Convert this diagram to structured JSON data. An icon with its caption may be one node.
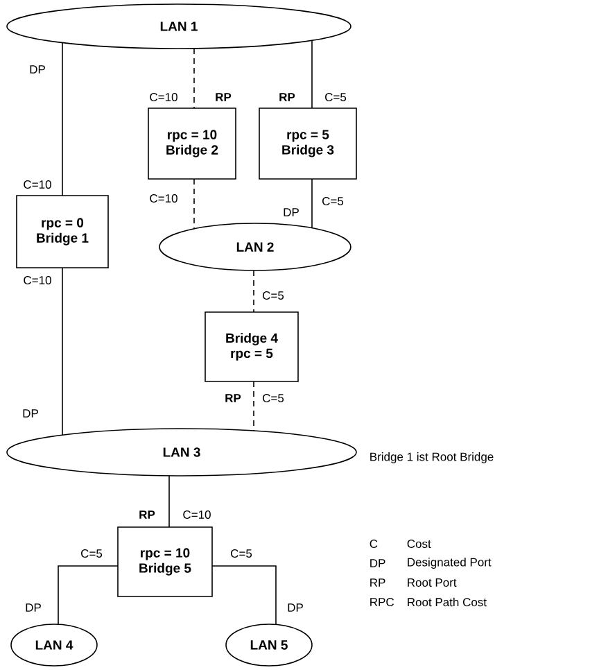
{
  "diagram": {
    "nodes": [
      {
        "text": [
          "LAN 1"
        ]
      },
      {
        "text": [
          "rpc = 0",
          "Bridge 1"
        ]
      },
      {
        "text": [
          "rpc = 10",
          "Bridge 2"
        ]
      },
      {
        "text": [
          "rpc = 5",
          "Bridge 3"
        ]
      },
      {
        "text": [
          "LAN 2"
        ]
      },
      {
        "text": [
          "Bridge 4",
          "rpc = 5"
        ]
      },
      {
        "text": [
          "LAN 3"
        ]
      },
      {
        "text": [
          "rpc = 10",
          "Bridge 5"
        ]
      },
      {
        "text": [
          "LAN 4"
        ]
      },
      {
        "text": [
          "LAN 5"
        ]
      }
    ],
    "edges": [
      {
        "from": 0,
        "to": 1,
        "arrow": "none"
      },
      {
        "from": 1,
        "to": 6,
        "arrow": "none"
      },
      {
        "from": 0,
        "to": 2,
        "arrow": "none",
        "style": "dashed"
      },
      {
        "from": 2,
        "to": 4,
        "arrow": "none",
        "style": "dashed"
      },
      {
        "from": 0,
        "to": 3,
        "arrow": "none"
      },
      {
        "from": 3,
        "to": 4,
        "arrow": "none"
      },
      {
        "from": 4,
        "to": 5,
        "arrow": "none",
        "style": "dashed"
      },
      {
        "from": 5,
        "to": 6,
        "arrow": "none",
        "style": "dashed"
      },
      {
        "from": 6,
        "to": 7,
        "arrow": "none"
      },
      {
        "from": 7,
        "to": 8,
        "arrow": "none"
      },
      {
        "from": 7,
        "to": 9,
        "arrow": "none"
      }
    ],
    "labels": [
      "DP",
      "C=10",
      "RP",
      "RP",
      "C=5",
      "C=10",
      "C=10",
      "DP",
      "C=5",
      "C=10",
      "C=5",
      "RP",
      "C=5",
      "DP",
      "Bridge 1 ist Root Bridge",
      "RP",
      "C=10",
      "C=5",
      "C=5",
      "DP",
      "DP",
      "C",
      "Cost",
      "DP",
      "Designated Port",
      "RP",
      "Root Port",
      "RPC",
      "Root Path Cost"
    ]
  }
}
